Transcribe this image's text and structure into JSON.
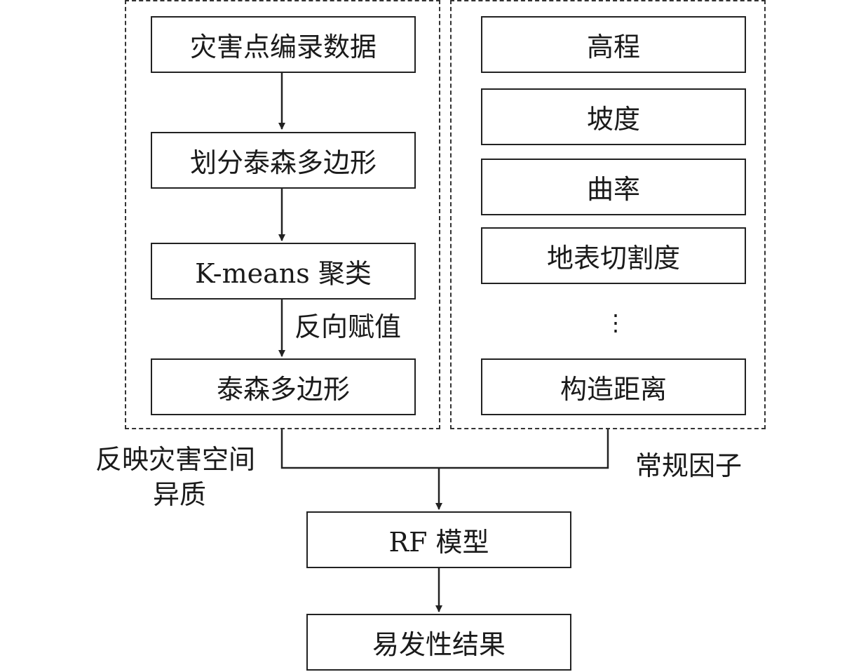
{
  "left_group": {
    "steps": [
      "灾害点编录数据",
      "划分泰森多边形",
      "K-means 聚类",
      "泰森多边形"
    ],
    "edge_label": "反向赋值",
    "caption_line1": "反映灾害空间",
    "caption_line2": "异质"
  },
  "right_group": {
    "factors": [
      "高程",
      "坡度",
      "曲率",
      "地表切割度",
      "构造距离"
    ],
    "ellipsis": "⋮",
    "caption": "常规因子"
  },
  "model": {
    "label": "RF 模型"
  },
  "result": {
    "label": "易发性结果"
  }
}
